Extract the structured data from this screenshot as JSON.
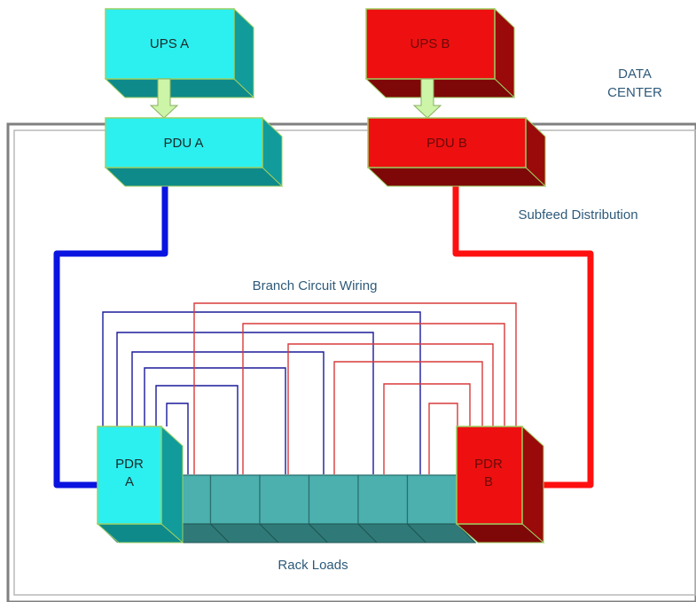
{
  "labels": {
    "ups_a": "UPS A",
    "ups_b": "UPS B",
    "pdu_a": "PDU A",
    "pdu_b": "PDU B",
    "data_center_line1": "DATA",
    "data_center_line2": "CENTER",
    "subfeed": "Subfeed Distribution",
    "branch_wiring": "Branch Circuit Wiring",
    "pdr_a_line1": "PDR",
    "pdr_a_line2": "A",
    "pdr_b_line1": "PDR",
    "pdr_b_line2": "B",
    "rack_loads": "Rack Loads"
  },
  "colors": {
    "side_a_face": "#2cf0f0",
    "side_b_face": "#ee1010",
    "feed_a": "#0a14e0",
    "feed_b": "#ff1010",
    "branch_a": "#1a1a9a",
    "branch_b": "#d83a3a",
    "label_text": "#2e5a7a",
    "arrow": "#ccf5a8"
  },
  "rack_count": 6,
  "branch_circuits_a": 6,
  "branch_circuits_b": 6
}
